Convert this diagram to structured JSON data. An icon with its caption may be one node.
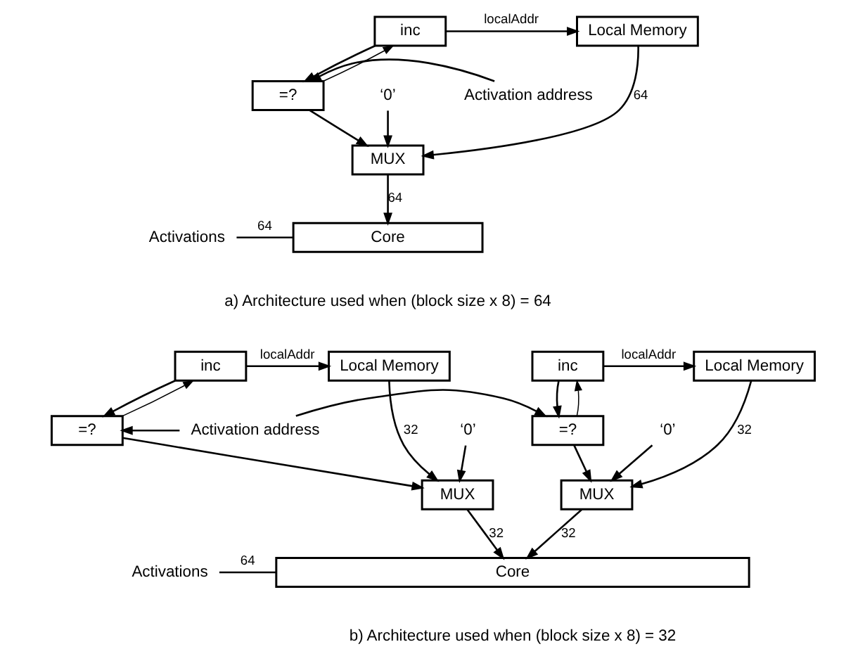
{
  "diagram": {
    "nodes": [
      {
        "text": [
          "inc"
        ]
      },
      {
        "text": [
          "Local Memory"
        ]
      },
      {
        "text": [
          "Activation address"
        ]
      },
      {
        "text": [
          "=?"
        ]
      },
      {
        "text": [
          "‘0’"
        ]
      },
      {
        "text": [
          "MUX"
        ]
      },
      {
        "text": [
          "Activations"
        ]
      },
      {
        "text": [
          "Core"
        ]
      },
      {
        "text": [
          "inc"
        ]
      },
      {
        "text": [
          "Local Memory"
        ]
      },
      {
        "text": [
          "Activation address"
        ]
      },
      {
        "text": [
          "=?"
        ]
      },
      {
        "text": [
          "‘0’"
        ]
      },
      {
        "text": [
          "MUX"
        ]
      },
      {
        "text": [
          "inc"
        ]
      },
      {
        "text": [
          "Local Memory"
        ]
      },
      {
        "text": [
          "=?"
        ]
      },
      {
        "text": [
          "‘0’"
        ]
      },
      {
        "text": [
          "MUX"
        ]
      },
      {
        "text": [
          "Activations"
        ]
      },
      {
        "text": [
          "Core"
        ]
      }
    ],
    "edges": [
      {
        "from": 0,
        "to": 1,
        "arrow": "to",
        "label": "localAddr"
      },
      {
        "from": 0,
        "to": 3,
        "arrow": "to"
      },
      {
        "from": 2,
        "to": 3,
        "arrow": "to"
      },
      {
        "from": 1,
        "to": 5,
        "arrow": "to",
        "label": "64"
      },
      {
        "from": 4,
        "to": 5,
        "arrow": "to"
      },
      {
        "from": 3,
        "to": 5,
        "arrow": "to"
      },
      {
        "from": 3,
        "to": 0,
        "arrow": "to"
      },
      {
        "from": 5,
        "to": 7,
        "arrow": "to",
        "label": "64"
      },
      {
        "from": 6,
        "to": 7,
        "arrow": "none",
        "label": "64"
      },
      {
        "from": 8,
        "to": 9,
        "arrow": "to",
        "label": "localAddr"
      },
      {
        "from": 8,
        "to": 11,
        "arrow": "to"
      },
      {
        "from": 10,
        "to": 11,
        "arrow": "to"
      },
      {
        "from": 9,
        "to": 13,
        "arrow": "to",
        "label": "32"
      },
      {
        "from": 12,
        "to": 13,
        "arrow": "to"
      },
      {
        "from": 11,
        "to": 13,
        "arrow": "to"
      },
      {
        "from": 11,
        "to": 8,
        "arrow": "to"
      },
      {
        "from": 13,
        "to": 20,
        "arrow": "to",
        "label": "32"
      },
      {
        "from": 14,
        "to": 15,
        "arrow": "to",
        "label": "localAddr"
      },
      {
        "from": 14,
        "to": 16,
        "arrow": "to"
      },
      {
        "from": 10,
        "to": 16,
        "arrow": "to"
      },
      {
        "from": 15,
        "to": 18,
        "arrow": "to",
        "label": "32"
      },
      {
        "from": 17,
        "to": 18,
        "arrow": "to"
      },
      {
        "from": 16,
        "to": 18,
        "arrow": "to"
      },
      {
        "from": 16,
        "to": 14,
        "arrow": "to"
      },
      {
        "from": 18,
        "to": 20,
        "arrow": "to",
        "label": "32"
      },
      {
        "from": 19,
        "to": 20,
        "arrow": "none",
        "label": "64"
      }
    ],
    "labels": [
      "a) Architecture used when (block size x 8) = 64",
      "b) Architecture used when (block size x 8) = 32"
    ]
  }
}
